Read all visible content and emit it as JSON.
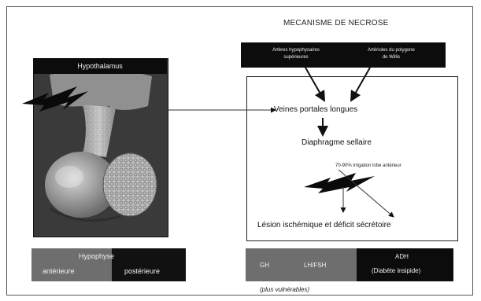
{
  "title": "MECANISME DE NECROSE",
  "image_panel": {
    "label": "Hypothalamus"
  },
  "pituitary": {
    "anterior_word": "Hypophyse",
    "posterior_suffix": "yse",
    "anterior_label": "antérieure",
    "posterior_label": "postérieure"
  },
  "arteries": {
    "left_line1": "Artères hypophysaires",
    "left_line2": "supérieures",
    "right_line1": "Artérioles du polygone",
    "right_line2": "de Willis"
  },
  "mechanism": {
    "step1": "Veines portales longues",
    "step2": "Diaphragme sellaire",
    "note": "70-90% irrigation lobe antérieur",
    "step3": "Lésion ischémique et déficit sécrétoire"
  },
  "hormones": {
    "gh": "GH",
    "lh_fsh": "LH/FSH",
    "adh": "ADH",
    "adh_note": "(Diabète insipide)"
  },
  "footnote": "(plus vulnérables)",
  "colors": {
    "dark_box": "#0c0c0c",
    "grey_box": "#6e6e6e"
  }
}
